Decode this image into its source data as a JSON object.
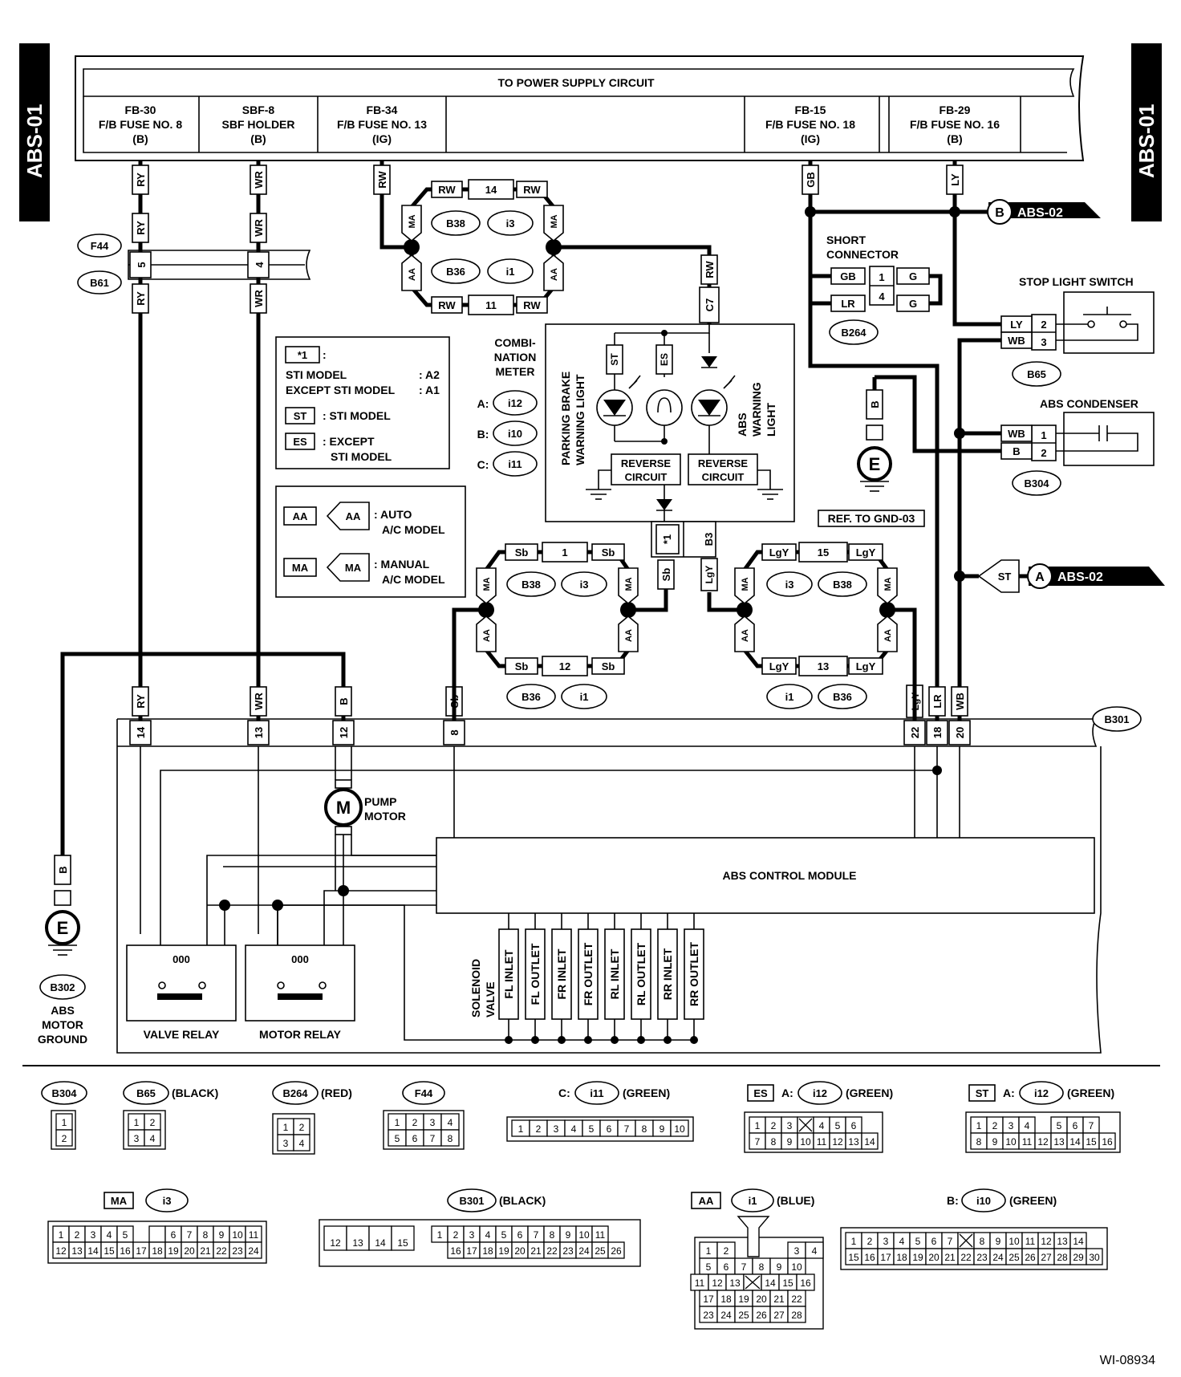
{
  "side_labels": {
    "left": "ABS-01",
    "right": "ABS-01"
  },
  "power": {
    "title": "TO POWER SUPPLY CIRCUIT",
    "fuses": [
      {
        "l1": "FB-30",
        "l2": "F/B FUSE NO. 8",
        "l3": "(B)"
      },
      {
        "l1": "SBF-8",
        "l2": "SBF HOLDER",
        "l3": "(B)"
      },
      {
        "l1": "FB-34",
        "l2": "F/B FUSE NO. 13",
        "l3": "(IG)"
      },
      {
        "l1": "FB-15",
        "l2": "F/B FUSE NO. 18",
        "l3": "(IG)"
      },
      {
        "l1": "FB-29",
        "l2": "F/B FUSE NO. 16",
        "l3": "(B)"
      }
    ]
  },
  "wires": {
    "ry": "RY",
    "wr": "WR",
    "rw": "RW",
    "gb": "GB",
    "ly": "LY",
    "b": "B",
    "sb": "Sb",
    "lgy": "LgY",
    "lr": "LR",
    "wb": "WB",
    "g": "G",
    "ma": "MA",
    "aa": "AA",
    "st": "ST",
    "es": "ES"
  },
  "connectors": {
    "f44": "F44",
    "b61": "B61",
    "b38": "B38",
    "i3": "i3",
    "b36": "B36",
    "i1": "i1",
    "b264": "B264",
    "b65": "B65",
    "b304": "B304",
    "b301": "B301",
    "b302": "B302",
    "i12": "i12",
    "i10": "i10",
    "i11": "i11",
    "c7": "C7",
    "b3": "B3",
    "star1": "*1"
  },
  "pins": {
    "p14": "14",
    "p11": "11",
    "p1": "1",
    "p12": "12",
    "p15": "15",
    "p13": "13",
    "p4": "4",
    "p5": "5",
    "p2": "2",
    "p3": "3",
    "p8": "8",
    "p22": "22",
    "p18": "18",
    "p20": "20"
  },
  "labels": {
    "short_connector_1": "SHORT",
    "short_connector_2": "CONNECTOR",
    "stop_light_switch": "STOP LIGHT SWITCH",
    "abs_condenser": "ABS CONDENSER",
    "ref_gnd": "REF. TO GND-03",
    "abs02": "ABS-02",
    "conn_b": "B",
    "conn_a": "A",
    "combi_1": "COMBI-",
    "combi_2": "NATION",
    "combi_3": "METER",
    "meter_a": "A:",
    "meter_b": "B:",
    "meter_c": "C:",
    "parking_1": "PARKING BRAKE",
    "parking_2": "WARNING LIGHT",
    "abs_1": "ABS",
    "abs_2": "WARNING",
    "abs_3": "LIGHT",
    "reverse_1": "REVERSE",
    "reverse_2": "CIRCUIT",
    "pump_1": "PUMP",
    "pump_2": "MOTOR",
    "m": "M",
    "e": "E",
    "abs_control_module": "ABS CONTROL MODULE",
    "solenoid_1": "SOLENOID",
    "solenoid_2": "VALVE",
    "valve_relay": "VALVE RELAY",
    "motor_relay": "MOTOR RELAY",
    "ground_1": "ABS",
    "ground_2": "MOTOR",
    "ground_3": "GROUND",
    "coil": "000",
    "figure_id": "WI-08934"
  },
  "solenoids": [
    "FL INLET",
    "FL OUTLET",
    "FR INLET",
    "FR OUTLET",
    "RL INLET",
    "RL OUTLET",
    "RR INLET",
    "RR OUTLET"
  ],
  "legend1": {
    "star_colon": ":",
    "sti_model": "STI MODEL",
    "sti_val": ": A2",
    "except_model": "EXCEPT STI MODEL",
    "except_val": ": A1",
    "st_desc": ": STI MODEL",
    "es_desc_1": ": EXCEPT",
    "es_desc_2": "STI MODEL"
  },
  "legend2": {
    "aa_desc_1": ": AUTO",
    "aa_desc_2": "A/C MODEL",
    "ma_desc_1": ": MANUAL",
    "ma_desc_2": "A/C MODEL"
  },
  "bottom": {
    "black": "(BLACK)",
    "red": "(RED)",
    "green": "(GREEN)",
    "blue": "(BLUE)",
    "c_prefix": "C:",
    "a_prefix": "A:",
    "b_prefix": "B:"
  }
}
